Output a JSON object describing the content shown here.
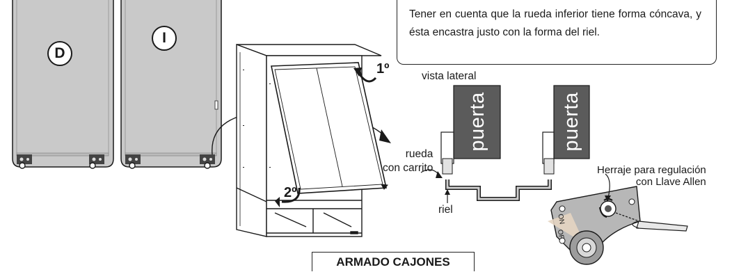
{
  "panels": {
    "left_letter": "D",
    "right_letter": "I"
  },
  "note": {
    "text": "Tener en cuenta que la rueda inferior tiene forma cóncava, y ésta encastra justo con la forma del riel."
  },
  "labels": {
    "step1": "1º",
    "step2": "2º",
    "wheel": "rueda\ncon carrito",
    "side_view": "vista lateral",
    "door_left": "puerta",
    "door_right": "puerta",
    "rail": "riel",
    "hardware": "Herraje para regulación\ncon Llave Allen",
    "on": "ON",
    "off": "OF"
  },
  "section_title": "ARMADO CAJONES",
  "colors": {
    "panel_fill": "#c9c9c9",
    "door_dark": "#5b5b5b",
    "line": "#1a1a1a",
    "plate": "#b7b7b7"
  }
}
